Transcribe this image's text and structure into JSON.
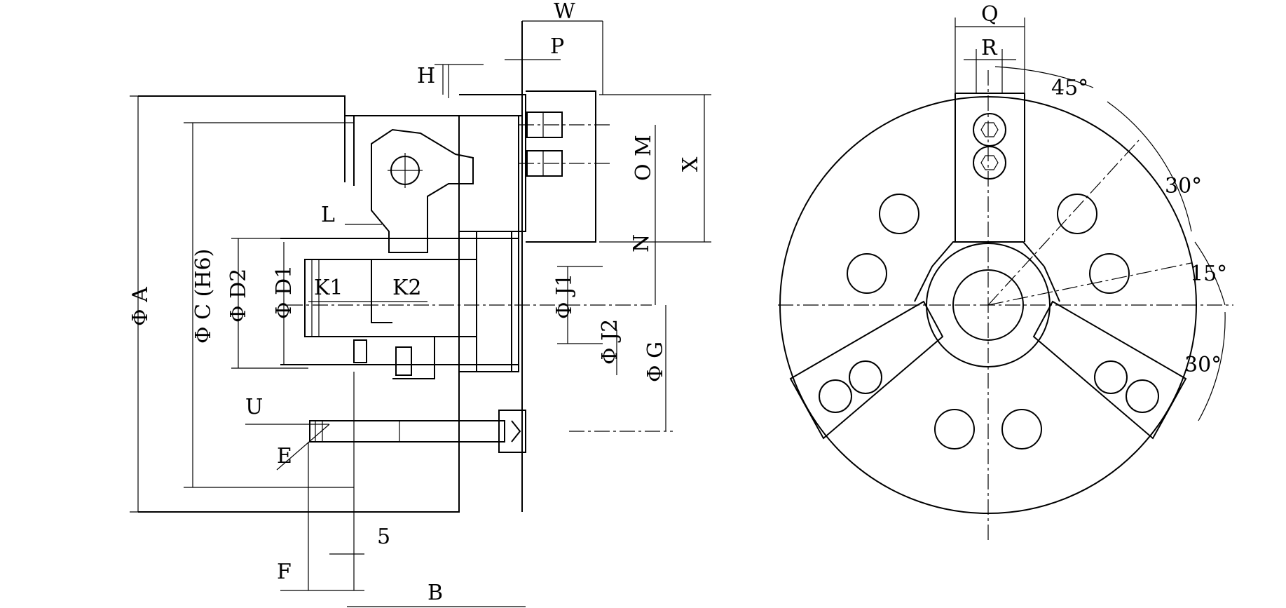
{
  "labels": {
    "W": "W",
    "P": "P",
    "H": "H",
    "M": "M",
    "O": "O",
    "X": "X",
    "N": "N",
    "L": "L",
    "K1": "K1",
    "K2": "K2",
    "phiA": "Φ A",
    "phiC": "Φ C (H6)",
    "phiD2": "Φ D2",
    "phiD1": "Φ D1",
    "phiJ1": "Φ J1",
    "phiJ2": "Φ J2",
    "phiG": "Φ G",
    "U": "U",
    "E": "E",
    "five": "5",
    "F": "F",
    "B": "B",
    "Q": "Q",
    "R": "R",
    "a45": "45°",
    "a30top": "30°",
    "a15": "15°",
    "a30bot": "30°"
  }
}
